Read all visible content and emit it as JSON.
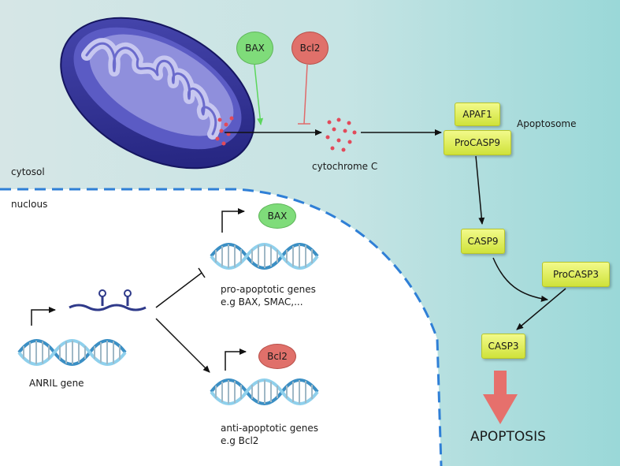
{
  "regions": {
    "cytosol": "cytosol",
    "nucleus": "nuclous"
  },
  "nodes": {
    "bax_top": "BAX",
    "bcl2_top": "Bcl2",
    "cytochrome": "cytochrome C",
    "apaf1": "APAF1",
    "procasp9": "ProCASP9",
    "apoptosome": "Apoptosome",
    "casp9": "CASP9",
    "procasp3": "ProCASP3",
    "casp3": "CASP3",
    "apoptosis": "APOPTOSIS",
    "anril_gene": "ANRIL gene",
    "bax_gene": "BAX",
    "pro_genes_line1": "pro-apoptotic genes",
    "pro_genes_line2": "e.g BAX, SMAC,...",
    "bcl2_gene": "Bcl2",
    "anti_genes_line1": "anti-apoptotic genes",
    "anti_genes_line2": "e.g Bcl2"
  },
  "colors": {
    "cytosol_bg": "#cfe4e4",
    "apoptosis_bg": "#9ed9d9",
    "nucleus_bg": "#ffffff",
    "nuclear_membrane": "#2f7fd6",
    "box_fill": "#dcec50",
    "activation_arrow": "#5cd65c",
    "inhibition_arrow": "#e06a6a",
    "big_arrow": "#e6706c",
    "mitochondrion": "#3a3a9a",
    "dna_blue": "#4aa8d8"
  }
}
